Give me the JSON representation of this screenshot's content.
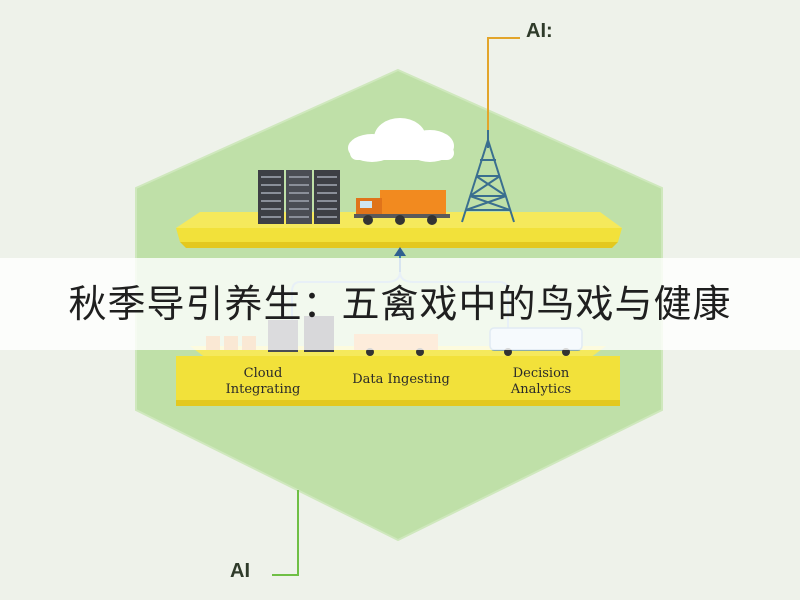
{
  "labels": {
    "ai_top": "AI:",
    "ai_bottom": "AI"
  },
  "panels": [
    {
      "line1": "Cloud",
      "line2": "Integrating"
    },
    {
      "line1": "Data Ingesting",
      "line2": ""
    },
    {
      "line1": "Decision",
      "line2": "Analytics"
    }
  ],
  "banner": {
    "title": "秋季导引养生：五禽戏中的鸟戏与健康"
  },
  "colors": {
    "hexagon": "#bfe0a8",
    "platform": "#f2e13a",
    "platform_dark": "#e3c81f",
    "connector_line": "#e2a52b",
    "green_line": "#6fbf45",
    "truck": "#f28a1f"
  },
  "icons": [
    "server-rack-icon",
    "cloud-icon",
    "truck-icon",
    "tower-icon",
    "van-icon",
    "arrow-up-icon"
  ]
}
